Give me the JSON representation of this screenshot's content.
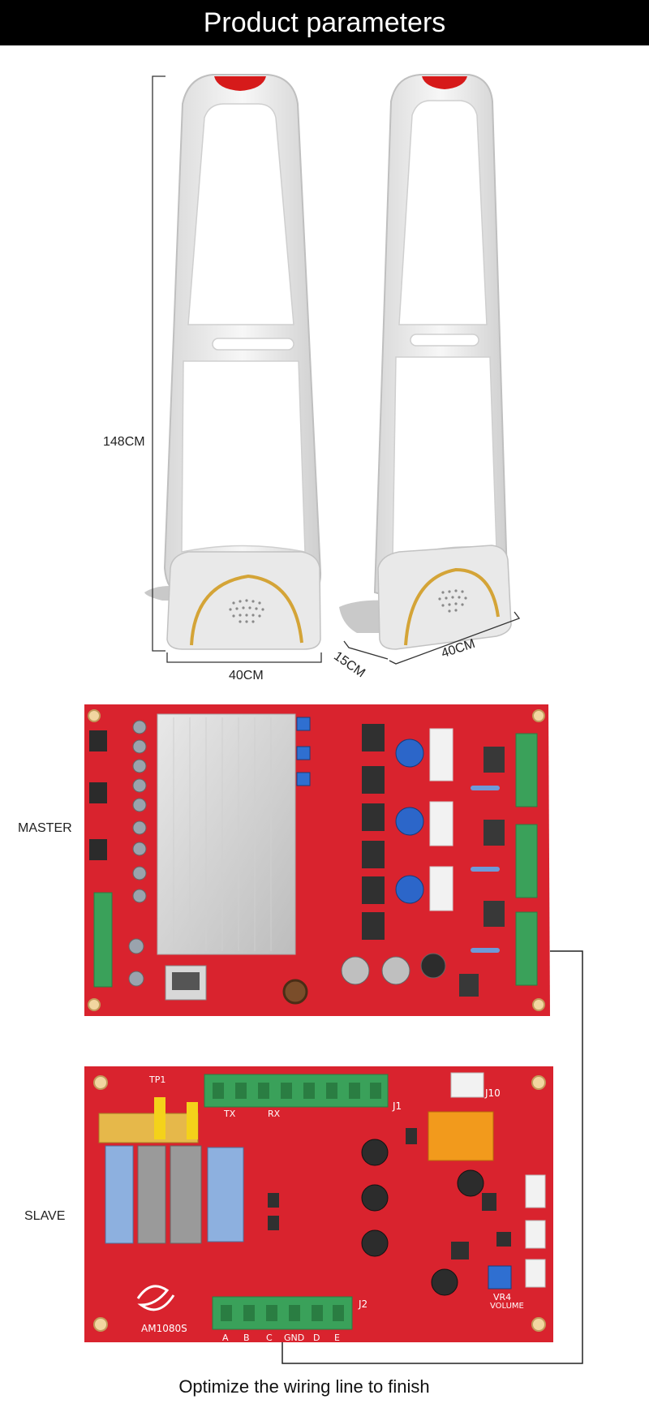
{
  "header": {
    "title": "Product parameters"
  },
  "dimensions": {
    "height_label": "148CM",
    "front_width_label": "40CM",
    "side_depth_label": "15CM",
    "side_width_label": "40CM"
  },
  "boards": {
    "master_label": "MASTER",
    "slave_label": "SLAVE",
    "slave_model": "AM1080S",
    "slave_connector_j1": "J1",
    "slave_connector_j2": "J2",
    "slave_connector_j10": "J10",
    "slave_tp1": "TP1",
    "slave_tx": "TX",
    "slave_rx": "RX",
    "slave_vr4": "VR4",
    "slave_volume": "VOLUME",
    "slave_pins": [
      "A",
      "B",
      "C",
      "GND",
      "D",
      "E"
    ]
  },
  "footer": {
    "caption": "Optimize the wiring line to finish"
  },
  "colors": {
    "board_red": "#d9232e",
    "terminal_green": "#3aa15a",
    "antenna_white": "#eeeeee",
    "indicator_red": "#d61a1a",
    "arc_gold": "#d4a437"
  }
}
